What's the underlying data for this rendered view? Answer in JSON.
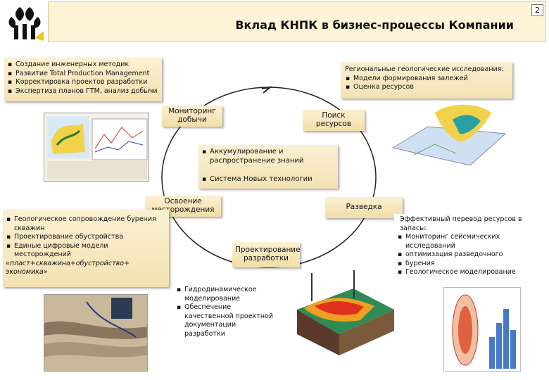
{
  "slide": {
    "title": "Вклад КНПК в бизнес-процессы Компании",
    "page_number": "2"
  },
  "top_left_box": {
    "items": [
      "Создание инженерных методик",
      "Развитие Total Production Management",
      "Корректировка проектов разработки",
      "Экспертиза планов ГТМ, анализ добычи"
    ]
  },
  "top_right_box": {
    "heading": "Региональные геологические исследования:",
    "items": [
      "Модели формирования залежей",
      "Оценка ресурсов"
    ]
  },
  "cycle": {
    "monitoring": "Мониторинг добычи",
    "search": "Поиск ресурсов",
    "development": "Освоение месторождения",
    "exploration": "Разведка",
    "design": "Проектирование разработки"
  },
  "center_box": {
    "items": [
      "Аккумулирование и распространение знаний",
      "Система Новых технологии"
    ]
  },
  "left_box": {
    "items": [
      "Геологическое сопровождение бурения скважин",
      "Проектирование обустройства",
      "Единые цифровые модели месторождений"
    ],
    "footer": "«пласт+скважина+обустройство+ экономика»"
  },
  "right_box": {
    "heading": "Эффективный перевод ресурсов в запасы:",
    "items": [
      "Мониторинг сейсмических исследований",
      "оптимизация разведочного",
      "бурения",
      "Геологическое моделирование"
    ]
  },
  "bottom_box": {
    "items": [
      "Гидродинамическое моделирование",
      "Обеспечение качественной проектной документации разработки"
    ]
  },
  "colors": {
    "accent": "#f0c419",
    "cream": "#fbf0d2",
    "logo": "#000000"
  },
  "icons": {
    "logo": "company-logo",
    "cycle": "cycle-arrow"
  }
}
